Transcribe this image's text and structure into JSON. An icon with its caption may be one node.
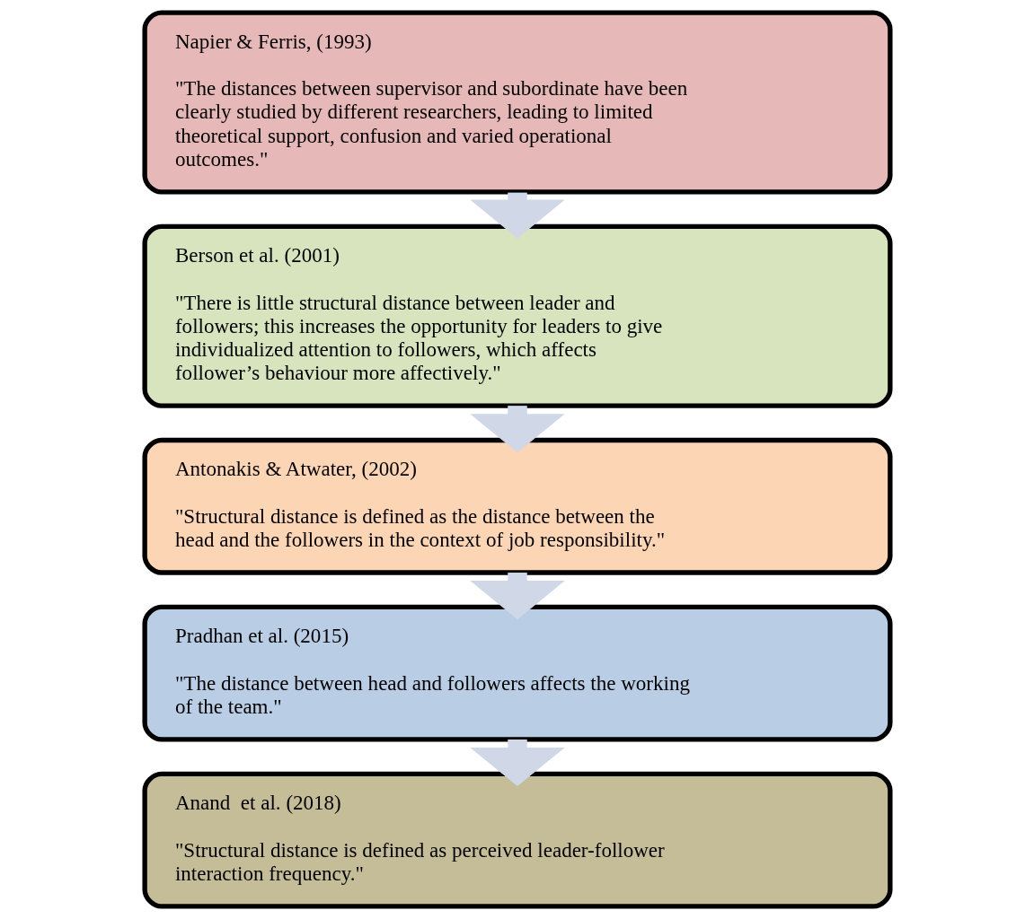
{
  "diagram": {
    "nodes": [
      {
        "text": [
          "Napier & Ferris, (1993)",
          "\"The distances between supervisor and subordinate have been clearly studied by different researchers, leading to limited theoretical support, confusion and varied operational outcomes.\""
        ]
      },
      {
        "text": [
          "Berson et al. (2001)",
          "\"There is little structural distance between leader and followers; this increases the opportunity for leaders to give individualized attention to followers, which affects follower’s behaviour more affectively.\""
        ]
      },
      {
        "text": [
          "Antonakis & Atwater, (2002)",
          "\"Structural distance is defined as the distance between the head and the followers in the context of job responsibility.\""
        ]
      },
      {
        "text": [
          "Pradhan et al. (2015)",
          "\"The distance between head and followers affects the working of the team.\""
        ]
      },
      {
        "text": [
          "Anand  et al. (2018)",
          "\"Structural distance is defined as perceived leader-follower interaction frequency.\""
        ]
      }
    ],
    "edges": [
      {
        "from": 0,
        "to": 1,
        "arrow": "to"
      },
      {
        "from": 1,
        "to": 2,
        "arrow": "to"
      },
      {
        "from": 2,
        "to": 3,
        "arrow": "to"
      },
      {
        "from": 3,
        "to": 4,
        "arrow": "to"
      }
    ]
  }
}
